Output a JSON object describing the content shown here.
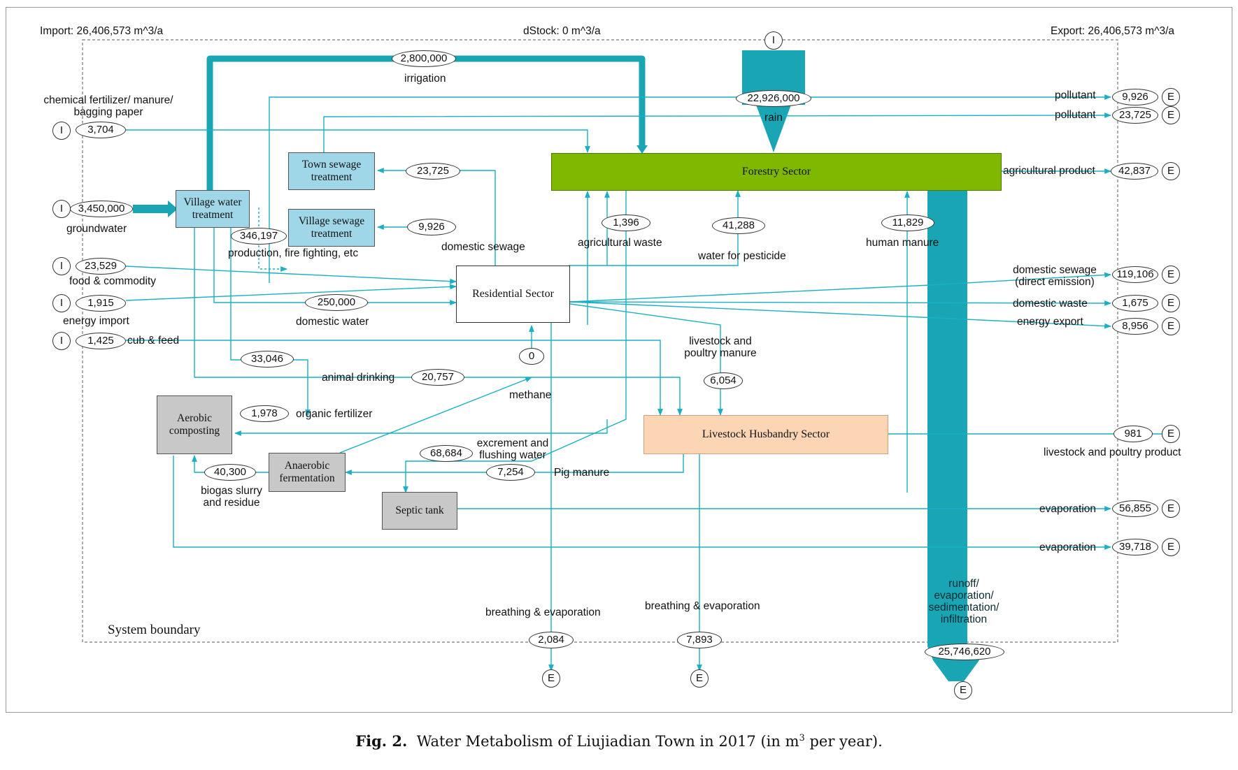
{
  "header": {
    "import": "Import: 26,406,573 m^3/a",
    "dstock": "dStock: 0 m^3/a",
    "export": "Export: 26,406,573 m^3/a"
  },
  "boundary_label": "System boundary",
  "markers": {
    "import": "I",
    "export": "E"
  },
  "nodes": {
    "forestry": "Forestry Sector",
    "residential": "Residential Sector",
    "livestock": "Livestock Husbandry Sector",
    "village_water": "Village water treatment",
    "town_sewage": "Town sewage treatment",
    "village_sewage": "Village sewage treatment",
    "aerobic": "Aerobic composting",
    "anaerobic": "Anaerobic fermentation",
    "septic": "Septic tank"
  },
  "flows": {
    "irrigation": {
      "value": "2,800,000",
      "label": "irrigation"
    },
    "rain": {
      "value": "22,926,000",
      "label": "rain"
    },
    "chem_fert": {
      "value": "3,704",
      "label": "chemical fertilizer/ manure/ bagging paper"
    },
    "groundwater": {
      "value": "3,450,000",
      "label": "groundwater"
    },
    "production": {
      "value": "346,197",
      "label": "production, fire fighting, etc"
    },
    "town_sewage_in": {
      "value": "23,725"
    },
    "village_sewage_in": {
      "value": "9,926"
    },
    "domestic_sewage": {
      "label": "domestic sewage"
    },
    "food": {
      "value": "23,529",
      "label": "food & commodity"
    },
    "energy_import": {
      "value": "1,915",
      "label": "energy import"
    },
    "domestic_water": {
      "value": "250,000",
      "label": "domestic water"
    },
    "cub_feed": {
      "value": "1,425",
      "label": "cub & feed"
    },
    "ag_waste": {
      "value": "1,396",
      "label": "agricultural waste"
    },
    "pesticide": {
      "value": "41,288",
      "label": "water for pesticide"
    },
    "human_manure": {
      "value": "11,829",
      "label": "human manure"
    },
    "methane": {
      "value": "0",
      "label": "methane"
    },
    "f33046": {
      "value": "33,046"
    },
    "animal_drinking": {
      "value": "20,757",
      "label": "animal drinking"
    },
    "livestock_manure": {
      "value": "6,054",
      "label": "livestock and poultry manure"
    },
    "organic_fert": {
      "value": "1,978",
      "label": "organic fertilizer"
    },
    "excrement": {
      "value": "68,684",
      "label": "excrement and flushing water"
    },
    "pig_manure": {
      "value": "7,254",
      "label": "Pig manure"
    },
    "biogas": {
      "value": "40,300",
      "label": "biogas slurry and residue"
    },
    "res_breathing": {
      "value": "2,084",
      "label": "breathing & evaporation"
    },
    "live_breathing": {
      "value": "7,893",
      "label": "breathing & evaporation"
    },
    "runoff": {
      "value": "25,746,620",
      "label": "runoff/ evaporation/ sedimentation/ infiltration"
    }
  },
  "exports": [
    {
      "label": "pollutant",
      "value": "9,926"
    },
    {
      "label": "pollutant",
      "value": "23,725"
    },
    {
      "label": "agricultural product",
      "value": "42,837"
    },
    {
      "label": "domestic sewage (direct emission)",
      "value": "119,106"
    },
    {
      "label": "domestic waste",
      "value": "1,675"
    },
    {
      "label": "energy export",
      "value": "8,956"
    },
    {
      "label": "livestock and poultry product",
      "value": "981"
    },
    {
      "label": "evaporation",
      "value": "56,855"
    },
    {
      "label": "evaporation",
      "value": "39,718"
    }
  ],
  "caption": {
    "prefix": "Fig. 2.",
    "text_before": "Water Metabolism of Liujiadian Town in 2017 (in m",
    "sup": "3",
    "text_after": " per year)."
  },
  "colors": {
    "flow": "#1ab0c4",
    "heavy_flow": "#1aa5b5",
    "forestry": "#7fb800",
    "livestock": "#fcd5b4",
    "water_box": "#9fd7e8",
    "grey_box": "#c8c8c8"
  }
}
